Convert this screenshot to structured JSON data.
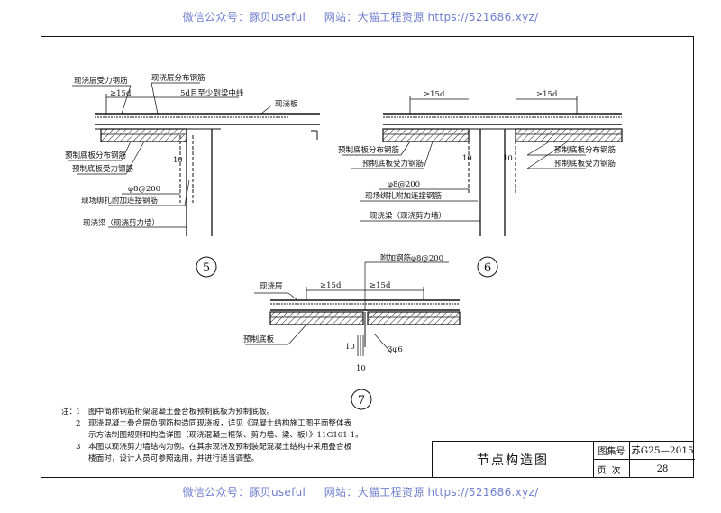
{
  "watermark": {
    "text": "微信公众号：豚贝useful ｜ 网站：大猫工程资源 https://521686.xyz/"
  },
  "detail5": {
    "number": "5",
    "label_cast_top_bar": "现浇层受力钢筋",
    "label_cast_dist_bar": "现浇层分布钢筋",
    "dim_left": "≥15d",
    "dim_mid": "5d且至少到梁中线",
    "label_slab": "现浇板",
    "label_precast_dist_bar": "预制底板分布钢筋",
    "label_precast_main_bar": "预制底板受力钢筋",
    "dim_10": "10",
    "label_phi": "φ8@200",
    "label_field_bar": "现场绑扎附加连接钢筋",
    "label_beam": "现浇梁（现浇剪力墙）"
  },
  "detail6": {
    "number": "6",
    "dim_left": "≥15d",
    "dim_right": "≥15d",
    "label_precast_dist_left": "预制底板分布钢筋",
    "label_precast_main_left": "预制底板受力钢筋",
    "dim_10_left": "10",
    "dim_10_right": "10",
    "label_phi": "φ8@200",
    "label_field_bar": "现场绑扎附加连接钢筋",
    "label_beam": "现浇梁（现浇剪力墙）",
    "label_precast_dist_right": "预制底板分布钢筋",
    "label_precast_main_right": "预制底板受力钢筋"
  },
  "detail7": {
    "number": "7",
    "label_add_bar": "附加钢筋φ8@200",
    "label_cast_layer": "现浇层",
    "dim_left": "≥15d",
    "dim_right": "≥15d",
    "label_precast": "预制底板",
    "dim_10a": "10",
    "dim_10b": "10",
    "label_3phi6": "3φ6"
  },
  "notes": {
    "lead": "注：",
    "items": [
      {
        "num": "1",
        "text": "图中简称钢筋桁架混凝土叠合板预制底板为预制底板。"
      },
      {
        "num": "2",
        "text": "现浇混凝土叠合层负钢筋构造同现浇板，详见《混凝土结构施工图平面整体表"
      },
      {
        "num": "",
        "text": "示方法制图规则和构造详图（现浇混凝土框架、剪力墙、梁、板）》11G101-1。"
      },
      {
        "num": "3",
        "text": "本图以现浇剪力墙结构为例。在其余现浇及预制装配混凝土结构中采用叠合板"
      },
      {
        "num": "",
        "text": "楼面时，设计人员可参照选用，并进行适当调整。"
      }
    ]
  },
  "titleblock": {
    "title": "节点构造图",
    "atlas_label": "图集号",
    "atlas_value": "苏G25—2015",
    "page_label": "页次",
    "page_value": "28"
  }
}
